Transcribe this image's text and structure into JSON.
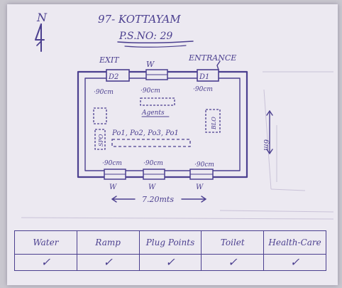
{
  "header": {
    "title": "97- KOTTAYAM",
    "ps_number": "P.S.NO: 29"
  },
  "compass": {
    "label": "N"
  },
  "plan": {
    "exit_label": "EXIT",
    "entrance_label": "ENTRANCE",
    "door_left": "D2",
    "door_right": "D1",
    "window_label": "W",
    "widths": {
      "top_left": "·90cm",
      "top_mid": "·90cm",
      "top_right": "·90cm",
      "bottom_left": "·90cm",
      "bottom_mid": "·90cm",
      "bottom_right": "·90cm"
    },
    "agents_label": "Agents",
    "officers_label": "Po1, Po2, Po3, Po1",
    "left_desk_label": "SPO",
    "right_desk_label": "BLO",
    "length_label": "7.20mts",
    "depth_label": "6m"
  },
  "facilities": {
    "headers": [
      "Water",
      "Ramp",
      "Plug Points",
      "Toilet",
      "Health-Care"
    ],
    "marks": [
      "✓",
      "✓",
      "✓",
      "✓",
      "✓"
    ]
  },
  "colors": {
    "ink": "#4b3f8f",
    "paper": "#ece9f1"
  }
}
